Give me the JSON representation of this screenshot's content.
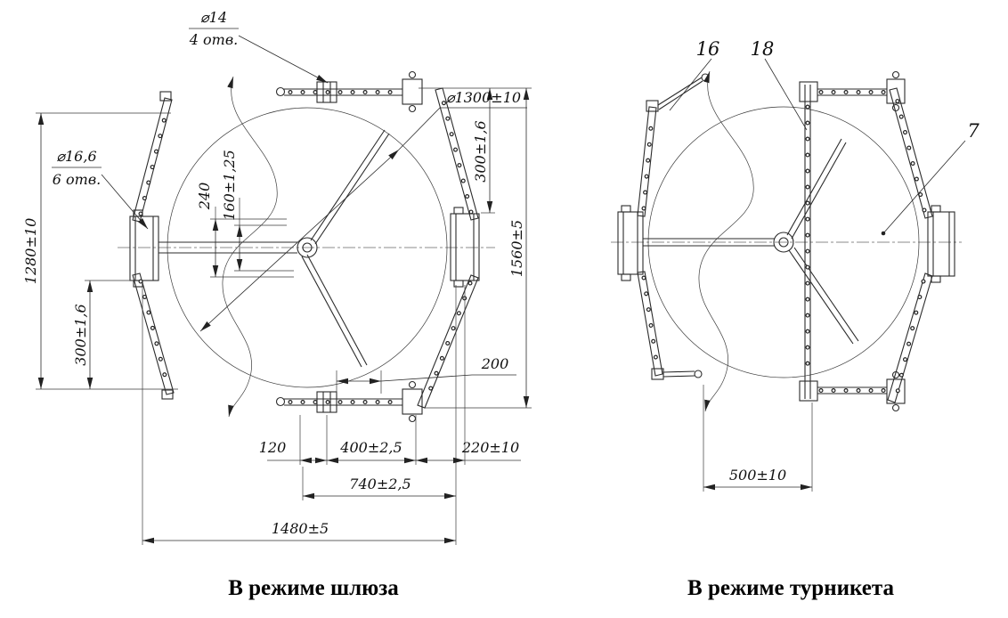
{
  "left_view": {
    "caption": "В режиме шлюза",
    "labels": {
      "dia14": "⌀14",
      "dia14_holes": "4 отв.",
      "dia166": "⌀16,6",
      "dia166_holes": "6 отв.",
      "dia1300": "⌀1300±10",
      "dim240": "240",
      "dim160": "160±1,25",
      "dim300_right": "300±1,6",
      "dim1560": "1560±5",
      "dim1280": "1280±10",
      "dim300_left": "300±1,6",
      "dim200": "200",
      "dim120": "120",
      "dim400": "400±2,5",
      "dim220": "220±10",
      "dim740": "740±2,5",
      "dim1480": "1480±5"
    }
  },
  "right_view": {
    "caption": "В режиме турникета",
    "labels": {
      "callout16": "16",
      "callout18": "18",
      "callout7": "7",
      "dim500": "500±10"
    }
  }
}
